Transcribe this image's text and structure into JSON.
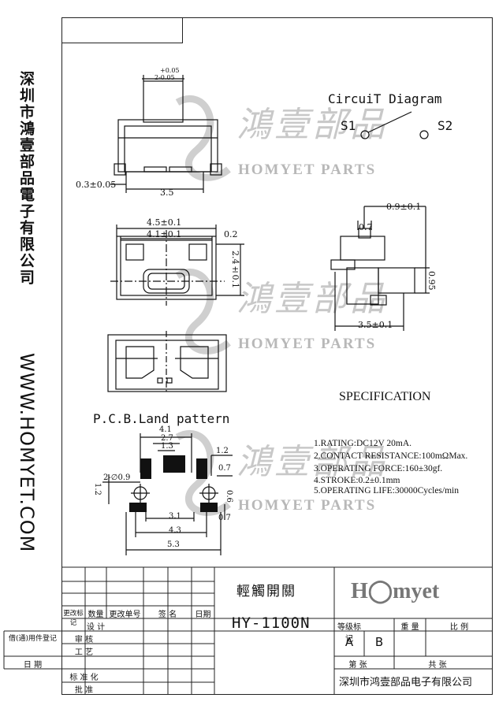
{
  "sidebar": {
    "company_cn": "深圳市鴻壹部品電子有限公司",
    "website": "WWW.HOMYET.COM"
  },
  "watermark": {
    "text": "HOMYET PARTS",
    "glyphs": "鴻壹部品"
  },
  "circuit": {
    "title": "CircuiT  Diagram",
    "s1": "S1",
    "s2": "S2"
  },
  "dims": {
    "top_tol": "+0.05",
    "top_base": "2-0.05",
    "d_03": "0.3±0.05",
    "d_35": "3.5",
    "d_45": "4.5±0.1",
    "d_41": "4.1±0.1",
    "d_02": "0.2",
    "d_24": "2.4±0.1",
    "d_09": "0.9±0.1",
    "d_07": "0.7",
    "d_095": "0.95",
    "d_35b": "3.5±0.1"
  },
  "pcb": {
    "title": "P.C.B.Land pattern",
    "d_41": "4.1",
    "d_27": "2.7",
    "d_13": "1.3",
    "d_12a": "1.2",
    "d_07a": "0.7",
    "d_12b": "1.2",
    "d_hole": "2-∅0.9",
    "d_06": "0.6",
    "d_31": "3.1",
    "d_07b": "0.7",
    "d_43": "4.3",
    "d_53": "5.3"
  },
  "spec": {
    "title": "SPECIFICATION",
    "items": [
      "1.RATING:DC12V 20mA.",
      "2.CONTACT RESISTANCE:100mΩMax.",
      "3.OPERATING FORCE:160±30gf.",
      "4.STROKE:0.2±0.1mm",
      "5.OPERATING LIFE:30000Cycles/min"
    ]
  },
  "title_block": {
    "product_name": "輕觸開關",
    "model": "HY-1100N",
    "brand": "H◯myet",
    "company": "深圳市鸿壹部品电子有限公司",
    "headers": [
      "更改标记",
      "数量",
      "更改单号",
      "签 名",
      "日期"
    ],
    "rows_left": [
      "设 计",
      "审 核",
      "工 艺",
      "标 准 化",
      "批 准"
    ],
    "left_labels": [
      "借(通)用件登记",
      "日 期"
    ],
    "grade_label": "等级标记",
    "weight_label": "重 量",
    "scale_label": "比 例",
    "grade_a": "A",
    "grade_b": "B",
    "sheet_label": "第 张",
    "total_label": "共 张"
  }
}
